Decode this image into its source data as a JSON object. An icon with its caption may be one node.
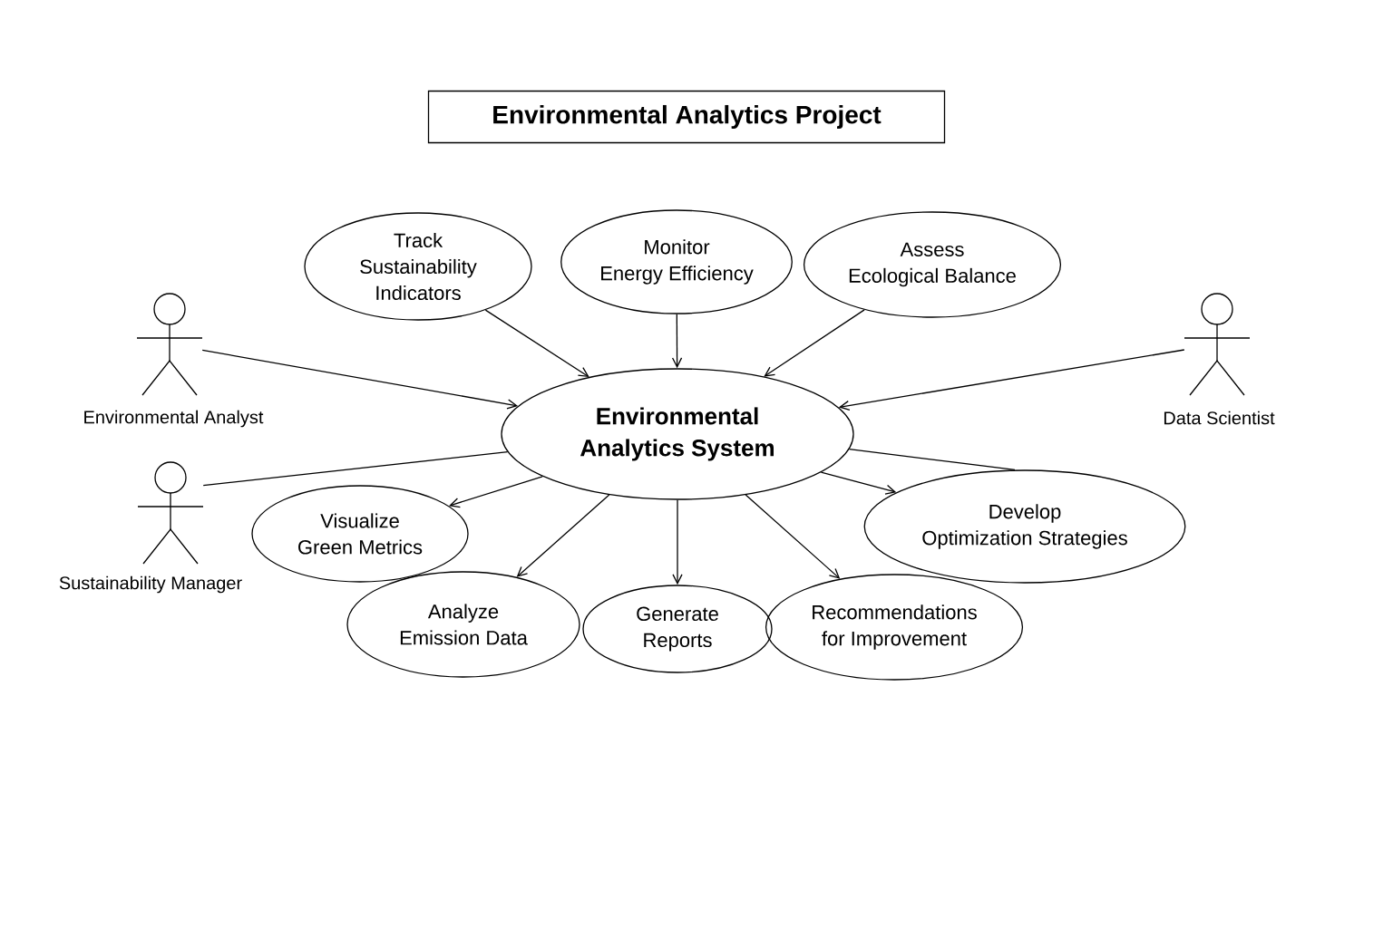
{
  "diagram": {
    "title": "Environmental Analytics Project",
    "nodes": [
      {
        "text": [
          "Track Sustainability Indicators"
        ]
      },
      {
        "text": [
          "Monitor Energy Efficiency"
        ]
      },
      {
        "text": [
          "Assess Ecological Balance"
        ]
      },
      {
        "text": [],
        "shape": "person",
        "beside": [
          "Environmental Analyst"
        ]
      },
      {
        "text": [
          "Environmental Analytics System"
        ]
      },
      {
        "text": [],
        "shape": "person",
        "beside": [
          "Data Scientist"
        ]
      },
      {
        "text": [],
        "shape": "person",
        "beside": [
          "Sustainability Manager"
        ]
      },
      {
        "text": [
          "Visualize Green Metrics"
        ]
      },
      {
        "text": [
          "Develop Optimization Strategies"
        ]
      },
      {
        "text": [
          "Analyze Emission Data"
        ]
      },
      {
        "text": [
          "Generate Reports"
        ]
      },
      {
        "text": [
          "Recommendations for Improvement"
        ]
      }
    ],
    "edges": [
      {
        "from": 0,
        "to": 4,
        "arrow": "to"
      },
      {
        "from": 1,
        "to": 4,
        "arrow": "to"
      },
      {
        "from": 2,
        "to": 4,
        "arrow": "to"
      },
      {
        "from": 3,
        "to": 4,
        "arrow": "to"
      },
      {
        "from": 5,
        "to": 4,
        "arrow": "to"
      },
      {
        "from": 6,
        "to": 4,
        "arrow": "none"
      },
      {
        "from": 4,
        "to": 7,
        "arrow": "to"
      },
      {
        "from": 4,
        "to": 9,
        "arrow": "to"
      },
      {
        "from": 4,
        "to": 10,
        "arrow": "to"
      },
      {
        "from": 4,
        "to": 11,
        "arrow": "to"
      },
      {
        "from": 4,
        "to": 8,
        "arrow": "to"
      },
      {
        "from": 4,
        "to": 8,
        "arrow": "none"
      }
    ]
  }
}
